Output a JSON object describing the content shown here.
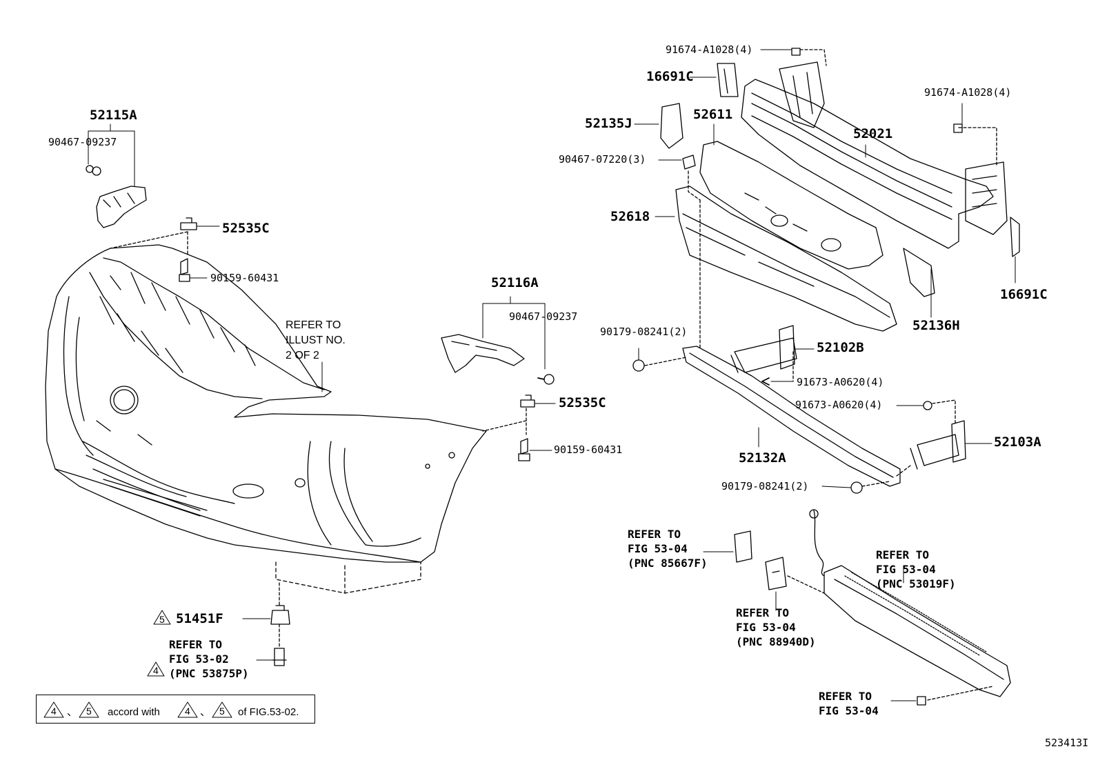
{
  "labels": {
    "p52115A": "52115A",
    "p90467_09237_a": "90467-09237",
    "p52535C_a": "52535C",
    "p90159_60431_a": "90159-60431",
    "refer_illust_1": "REFER TO",
    "refer_illust_2": "ILLUST NO.",
    "refer_illust_3": "2 OF 2",
    "p52116A": "52116A",
    "p90467_09237_b": "90467-09237",
    "p52535C_b": "52535C",
    "p90159_60431_b": "90159-60431",
    "p51451F": "51451F",
    "ref5302_1": "REFER TO",
    "ref5302_2": "FIG 53-02",
    "ref5302_3": "(PNC 53875P)",
    "p91674_A1028_a": "91674-A1028(4)",
    "p16691C_a": "16691C",
    "p52135J": "52135J",
    "p52611": "52611",
    "p90467_07220": "90467-07220(3)",
    "p52618": "52618",
    "p52021": "52021",
    "p91674_A1028_b": "91674-A1028(4)",
    "p16691C_b": "16691C",
    "p52136H": "52136H",
    "p90179_08241_a": "90179-08241(2)",
    "p52102B": "52102B",
    "p91673_A0620_a": "91673-A0620(4)",
    "p91673_A0620_b": "91673-A0620(4)",
    "p52103A": "52103A",
    "p52132A": "52132A",
    "p90179_08241_b": "90179-08241(2)",
    "ref85667_1": "REFER TO",
    "ref85667_2": "FIG 53-04",
    "ref85667_3": "(PNC 85667F)",
    "ref53019_1": "REFER TO",
    "ref53019_2": "FIG 53-04",
    "ref53019_3": "(PNC 53019F)",
    "ref88940_1": "REFER TO",
    "ref88940_2": "FIG 53-04",
    "ref88940_3": "(PNC 88940D)",
    "ref5304_1": "REFER TO",
    "ref5304_2": "FIG 53-04",
    "tri4": "4",
    "tri5": "5",
    "note_sep1": "、",
    "note_accord": "accord with",
    "note_sep2": "、",
    "note_of": "of FIG.53-02.",
    "diagram_id": "523413I"
  }
}
